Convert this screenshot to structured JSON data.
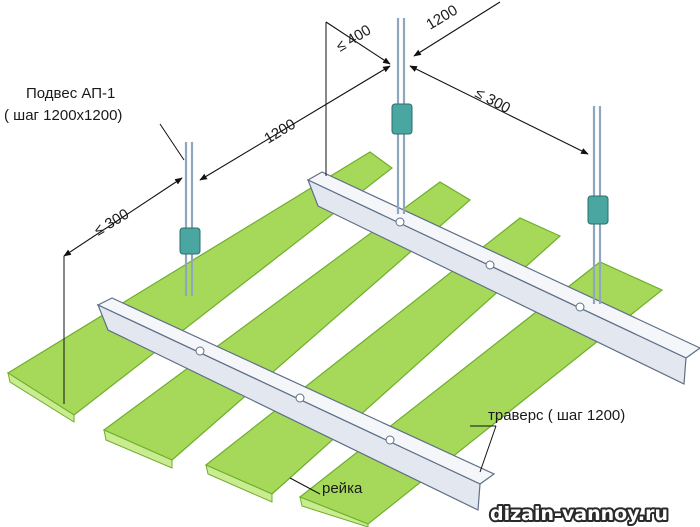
{
  "colors": {
    "slat_fill": "#a6d95a",
    "slat_edge": "#6fae2c",
    "slat_lip": "#c8ec8f",
    "rail_fill": "#e3e8f0",
    "rail_edge": "#5f6f86",
    "rod": "#8fa6bf",
    "clip": "#4aa6a0",
    "line": "#111111"
  },
  "labels": {
    "hanger_title": "Подвес АП-1",
    "hanger_step": "( шаг 1200х1200)",
    "traverse": "траверс ( шаг 1200)",
    "slat": "рейка"
  },
  "dimensions": {
    "d1": "1200",
    "d2": "≤ 400",
    "d3": "1200",
    "d4": "≤ 300",
    "d5": "≤ 300"
  },
  "watermark": "dizain-vannoy.ru"
}
